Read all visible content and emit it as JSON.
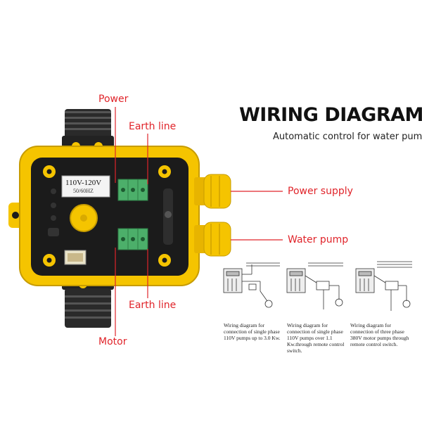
{
  "header": {
    "title": "WIRING DIAGRAM",
    "subtitle": "Automatic control for water pump"
  },
  "callouts": {
    "power": "Power",
    "earth_line_top": "Earth line",
    "power_supply": "Power supply",
    "water_pump": "Water pump",
    "earth_line_bottom": "Earth line",
    "motor": "Motor"
  },
  "device": {
    "voltage_label": "110V-120V",
    "frequency_label": "50/60HZ"
  },
  "schematics": [
    {
      "caption": "Wiring diagram for connection of single phase 110V pumps up to 3.0 Kw."
    },
    {
      "caption": "Wiring diagram for connection of single phase 110V pumps over 1.1 Kw.through remote control switch."
    },
    {
      "caption": "Wiring diagram for connection of three phase 380V motor pumps through remote control switch."
    }
  ],
  "colors": {
    "housing_yellow": "#f5c400",
    "housing_dark": "#1b1b1b",
    "callout_red": "#e0242a",
    "terminal_green": "#4caf6a"
  }
}
